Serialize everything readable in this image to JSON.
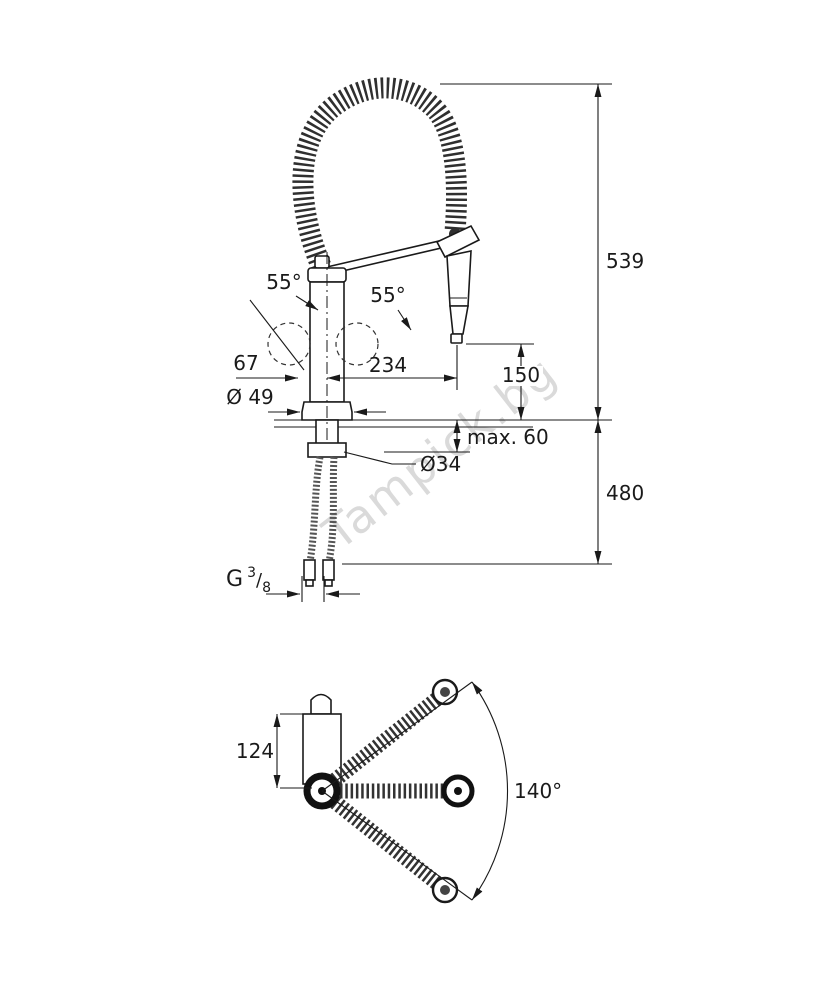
{
  "watermark": "Tampick.bg",
  "dimensions": {
    "height_total": "539",
    "height_below": "480",
    "spout_height": "150",
    "spout_reach": "234",
    "handle_offset": "67",
    "base_diameter": "Ø 49",
    "counter_max": "max. 60",
    "hole_diameter": "Ø34",
    "handle_angle": "55°",
    "spray_angle": "55°",
    "top_depth": "124",
    "swivel_angle": "140°",
    "thread": {
      "g": "G",
      "num": "3",
      "slash": "/",
      "den": "8"
    }
  }
}
